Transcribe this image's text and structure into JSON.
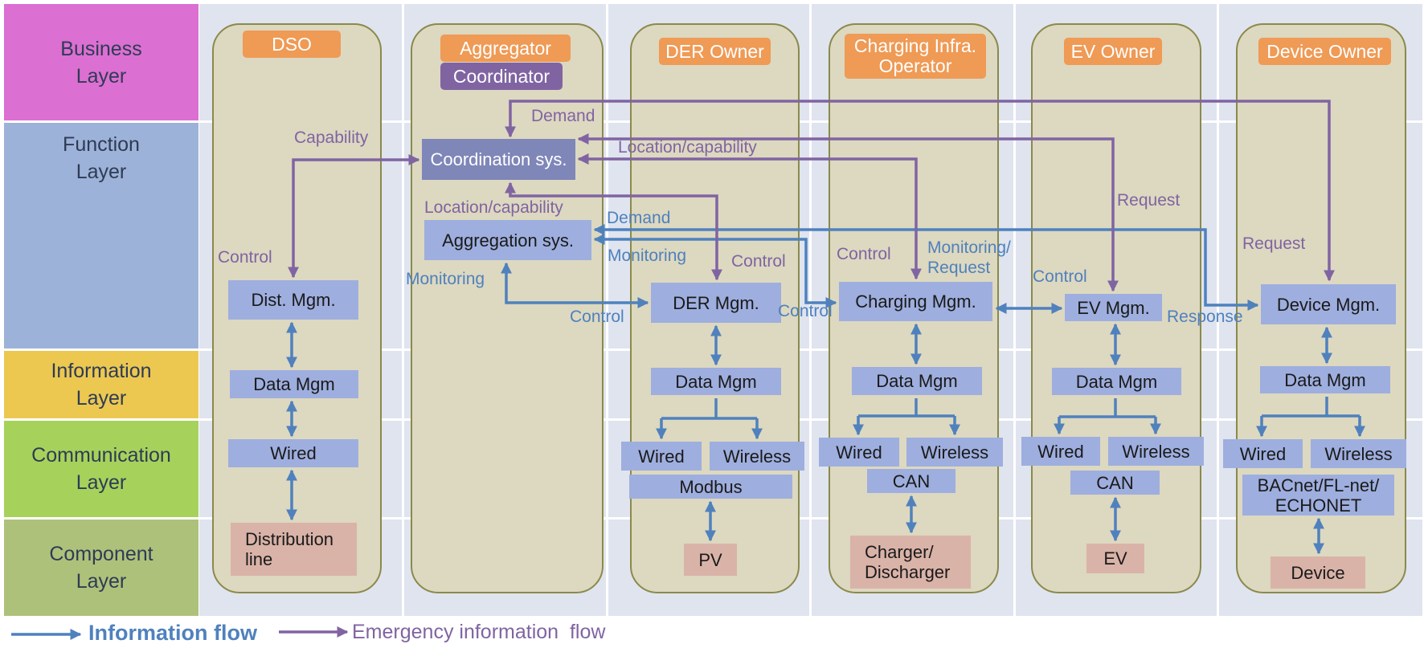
{
  "layers": [
    {
      "label": "Business\nLayer",
      "color": "#dc6fd2"
    },
    {
      "label": "Function\nLayer",
      "color": "#9db2d8"
    },
    {
      "label": "Information\nLayer",
      "color": "#ecc851"
    },
    {
      "label": "Communication\nLayer",
      "color": "#a6d25b"
    },
    {
      "label": "Component\nLayer",
      "color": "#aec17a"
    }
  ],
  "roles": {
    "dso": "DSO",
    "aggregator": "Aggregator",
    "coordinator": "Coordinator",
    "der_owner": "DER Owner",
    "charging_operator": "Charging Infra.\nOperator",
    "ev_owner": "EV Owner",
    "device_owner": "Device Owner"
  },
  "boxes": {
    "coordination_sys": "Coordination sys.",
    "aggregation_sys": "Aggregation sys.",
    "dso_mgm": "Dist. Mgm.",
    "dso_data": "Data Mgm",
    "dso_wired": "Wired",
    "dso_comp": "Distribution\nline",
    "der_mgm": "DER Mgm.",
    "der_data": "Data Mgm",
    "der_wired": "Wired",
    "der_wireless": "Wireless",
    "der_proto": "Modbus",
    "der_comp": "PV",
    "chg_mgm": "Charging Mgm.",
    "chg_data": "Data Mgm",
    "chg_wired": "Wired",
    "chg_wireless": "Wireless",
    "chg_proto": "CAN",
    "chg_comp": "Charger/\nDischarger",
    "ev_mgm": "EV Mgm.",
    "ev_data": "Data Mgm",
    "ev_wired": "Wired",
    "ev_wireless": "Wireless",
    "ev_proto": "CAN",
    "ev_comp": "EV",
    "dev_mgm": "Device Mgm.",
    "dev_data": "Data Mgm",
    "dev_wired": "Wired",
    "dev_wireless": "Wireless",
    "dev_proto": "BACnet/FL-net/\nECHONET",
    "dev_comp": "Device"
  },
  "flow_labels": {
    "demand_top": "Demand",
    "capability": "Capability",
    "location_capability_top": "Location/capability",
    "request_ev": "Request",
    "location_capability_agg": "Location/capability",
    "demand_agg": "Demand",
    "control_dso": "Control",
    "monitoring_agg": "Monitoring",
    "control_agg": "Control",
    "monitoring_der": "Monitoring",
    "control_der": "Control",
    "control_charging_left": "Control",
    "control_charging": "Control",
    "monitoring_request": "Monitoring/\nRequest",
    "control_ev": "Control",
    "response": "Response",
    "request_device": "Request"
  },
  "legend": {
    "information_flow": "Information flow",
    "emergency_flow": "Emergency information  flow"
  },
  "colors": {
    "information_flow": "#4f81bd",
    "emergency_flow": "#8064a2",
    "role": "#ef9a55",
    "coordinator_role": "#8064a2",
    "box": "#9eaede",
    "component": "#d9b3a8",
    "column": "#ddd8c0",
    "background": "#dfe4ef"
  }
}
